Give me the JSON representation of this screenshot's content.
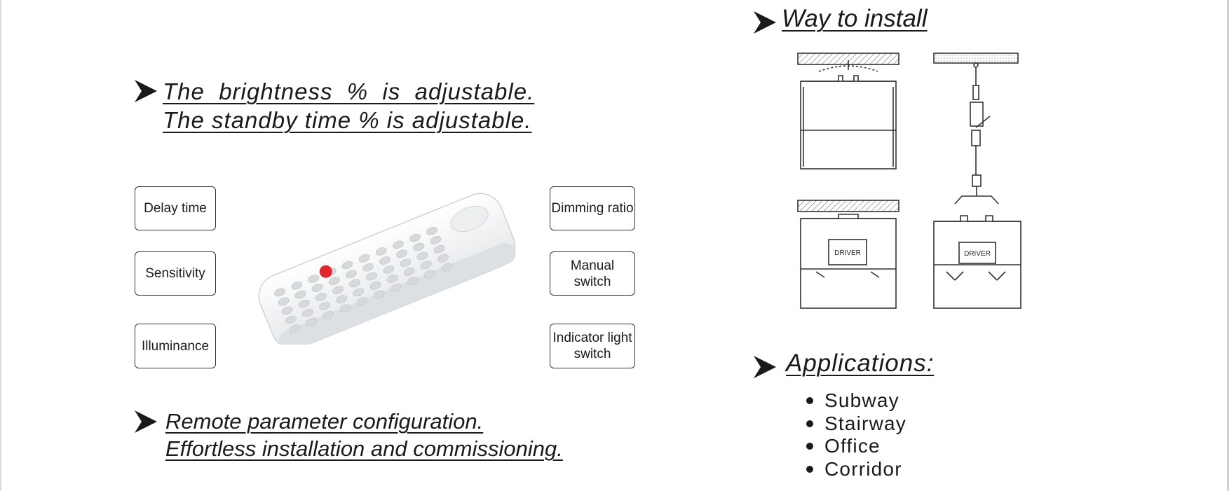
{
  "sections": {
    "brightness": {
      "lines": [
        "The  brightness  %  is  adjustable.",
        "The standby time % is adjustable."
      ]
    },
    "parameters": {
      "left": [
        "Delay time",
        "Sensitivity",
        "Illuminance"
      ],
      "right": [
        "Dimming ratio",
        "Manual switch",
        "Indicator light\nswitch"
      ]
    },
    "remote": {
      "lines": [
        "Remote parameter configuration.",
        "Effortless installation and commissioning."
      ]
    },
    "install": {
      "title": "Way to install",
      "driver_label": "DRIVER"
    },
    "applications": {
      "title": "Applications:",
      "items": [
        "Subway",
        "Stairway",
        "Office",
        "Corridor"
      ]
    }
  },
  "colors": {
    "text": "#1a1a1a",
    "remote_button_red": "#e0262b"
  },
  "icons": [
    "arrow-bullet-icon",
    "list-bullet-icon"
  ]
}
